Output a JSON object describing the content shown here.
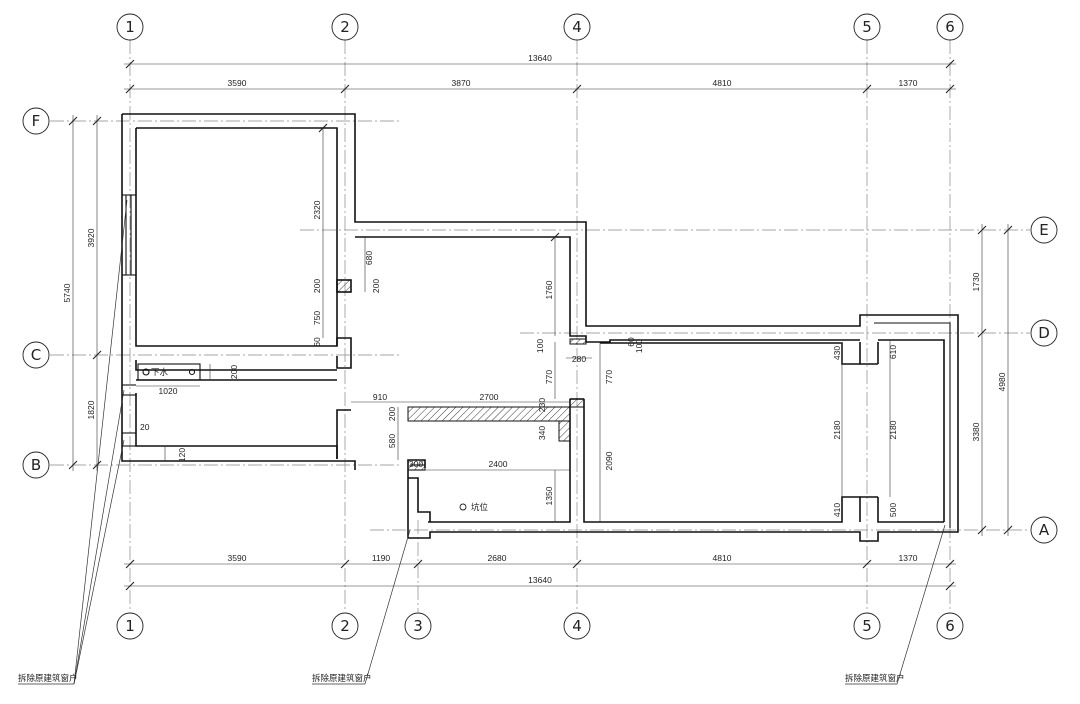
{
  "axes": {
    "columns_top": [
      "1",
      "2",
      "4",
      "5",
      "6"
    ],
    "columns_bottom": [
      "1",
      "2",
      "3",
      "4",
      "5",
      "6"
    ],
    "rows": [
      "F",
      "C",
      "B"
    ],
    "rows_right": [
      "E",
      "D",
      "A"
    ]
  },
  "dimensions": {
    "top_total": "13640",
    "top_spans": [
      "3590",
      "3870",
      "4810",
      "1370"
    ],
    "bottom_spans": [
      "3590",
      "1190",
      "2680",
      "4810",
      "1370"
    ],
    "bottom_total": "13640",
    "left_outer": "5740",
    "left_inner": [
      "3920",
      "1820"
    ],
    "right_outer": "4980",
    "right_inner": [
      "1730",
      "3380"
    ],
    "interior": {
      "d2320": "2320",
      "d680": "680",
      "d200a": "200",
      "d200b": "200",
      "d750": "750",
      "d60a": "60",
      "d1020": "1020",
      "d200c": "200",
      "d120": "120",
      "d20": "20",
      "d1760": "1760",
      "d100": "100",
      "d280": "280",
      "d60b": "60",
      "d100b": "100",
      "d770a": "770",
      "d770b": "770",
      "d910": "910",
      "d2700": "2700",
      "d230": "230",
      "d340": "340",
      "d200d": "200",
      "d580": "580",
      "d300": "300",
      "d2400": "2400",
      "d1350": "1350",
      "d2090": "2090",
      "d430": "430",
      "d610": "610",
      "d2180a": "2180",
      "d2180b": "2180",
      "d410": "410",
      "d500": "500"
    }
  },
  "labels": {
    "sink": "下水",
    "pit": "坑位",
    "note_left": "拆除原建筑窗户",
    "note_mid": "拆除原建筑窗户",
    "note_right": "拆除原建筑窗户"
  }
}
